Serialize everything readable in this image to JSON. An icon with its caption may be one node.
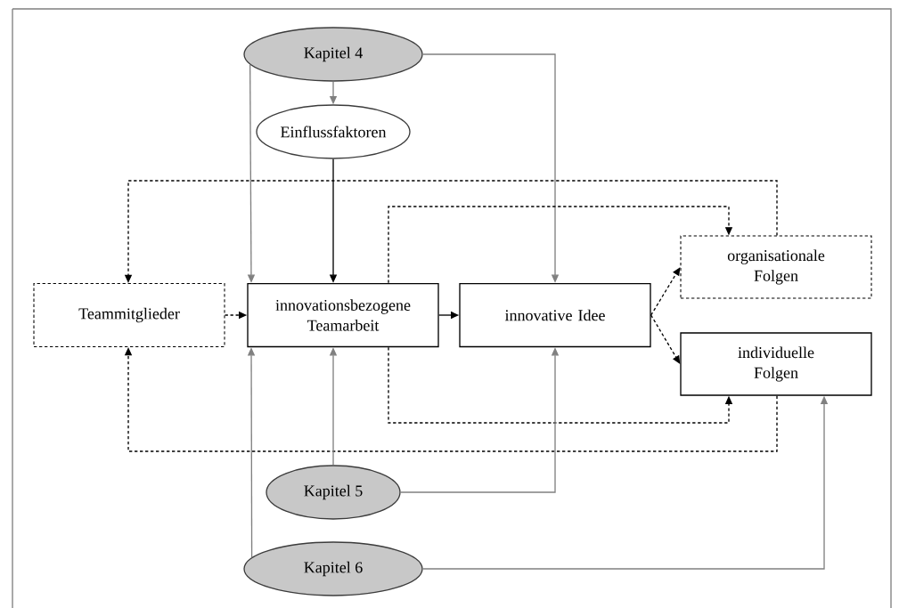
{
  "diagram": {
    "nodes": [
      {
        "text": [
          "Kapitel 4"
        ]
      },
      {
        "text": [
          "Einflussfaktoren"
        ]
      },
      {
        "text": [
          "Teammitglieder"
        ]
      },
      {
        "text": [
          "innovationsbezogene Teamarbeit"
        ]
      },
      {
        "text": [
          "innovative Idee"
        ]
      },
      {
        "text": [
          "organisationale Folgen"
        ]
      },
      {
        "text": [
          "individuelle Folgen"
        ]
      },
      {
        "text": [
          "Kapitel 5"
        ]
      },
      {
        "text": [
          "Kapitel 6"
        ]
      }
    ],
    "edges": [
      {
        "from": 0,
        "to": 1,
        "arrow": "to",
        "color": "#808080"
      },
      {
        "from": 0,
        "to": 3,
        "arrow": "to",
        "color": "#808080"
      },
      {
        "from": 0,
        "to": 4,
        "arrow": "to",
        "color": "#808080"
      },
      {
        "from": 1,
        "to": 3,
        "arrow": "to"
      },
      {
        "from": 2,
        "to": 3,
        "arrow": "to",
        "style": "dashed"
      },
      {
        "from": 3,
        "to": 4,
        "arrow": "to"
      },
      {
        "from": 4,
        "to": 5,
        "arrow": "to",
        "style": "dashed"
      },
      {
        "from": 4,
        "to": 6,
        "arrow": "to",
        "style": "dashed"
      },
      {
        "from": 5,
        "to": 2,
        "arrow": "to",
        "style": "dashed"
      },
      {
        "from": 6,
        "to": 2,
        "arrow": "to",
        "style": "dashed"
      },
      {
        "from": 3,
        "to": 5,
        "arrow": "to",
        "style": "dashed"
      },
      {
        "from": 3,
        "to": 6,
        "arrow": "to",
        "style": "dashed"
      },
      {
        "from": 7,
        "to": 3,
        "arrow": "to",
        "color": "#808080"
      },
      {
        "from": 8,
        "to": 3,
        "arrow": "to",
        "color": "#808080"
      },
      {
        "from": 7,
        "to": 4,
        "arrow": "to",
        "color": "#808080"
      },
      {
        "from": 8,
        "to": 6,
        "arrow": "to",
        "color": "#808080"
      }
    ]
  }
}
